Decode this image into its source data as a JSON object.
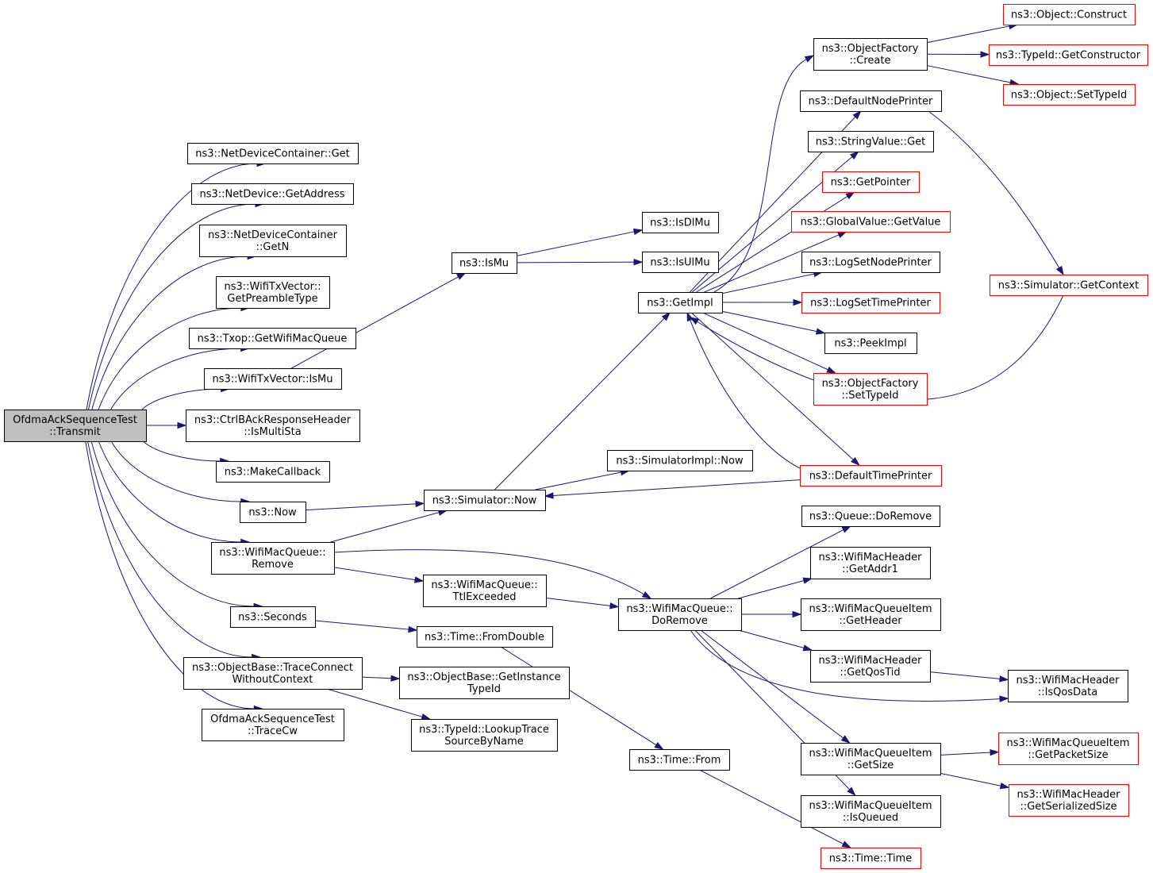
{
  "colors": {
    "edge": "#191970",
    "node_border_black": "#000000",
    "node_border_red": "#ff0000",
    "root_fill": "#bfbfbf",
    "node_fill": "#ffffff"
  },
  "nodes": [
    {
      "id": "root",
      "lines": [
        "OfdmaAckSequenceTest",
        "::Transmit"
      ],
      "style": "root"
    },
    {
      "id": "ndc_get",
      "lines": [
        "ns3::NetDeviceContainer::Get"
      ],
      "style": "black"
    },
    {
      "id": "nd_getaddr",
      "lines": [
        "ns3::NetDevice::GetAddress"
      ],
      "style": "black"
    },
    {
      "id": "ndc_getn",
      "lines": [
        "ns3::NetDeviceContainer",
        "::GetN"
      ],
      "style": "black"
    },
    {
      "id": "wtv_preamble",
      "lines": [
        "ns3::WifiTxVector::",
        "GetPreambleType"
      ],
      "style": "black"
    },
    {
      "id": "txop_queue",
      "lines": [
        "ns3::Txop::GetWifiMacQueue"
      ],
      "style": "black"
    },
    {
      "id": "wtv_ismu",
      "lines": [
        "ns3::WifiTxVector::IsMu"
      ],
      "style": "black"
    },
    {
      "id": "ctrl_multista",
      "lines": [
        "ns3::CtrlBAckResponseHeader",
        "::IsMultiSta"
      ],
      "style": "black"
    },
    {
      "id": "make_callback",
      "lines": [
        "ns3::MakeCallback"
      ],
      "style": "black"
    },
    {
      "id": "now",
      "lines": [
        "ns3::Now"
      ],
      "style": "black"
    },
    {
      "id": "wmq_remove",
      "lines": [
        "ns3::WifiMacQueue::",
        "Remove"
      ],
      "style": "black"
    },
    {
      "id": "seconds",
      "lines": [
        "ns3::Seconds"
      ],
      "style": "black"
    },
    {
      "id": "trace_connect",
      "lines": [
        "ns3::ObjectBase::TraceConnect",
        "WithoutContext"
      ],
      "style": "black"
    },
    {
      "id": "trace_cw",
      "lines": [
        "OfdmaAckSequenceTest",
        "::TraceCw"
      ],
      "style": "black"
    },
    {
      "id": "ismu",
      "lines": [
        "ns3::IsMu"
      ],
      "style": "black"
    },
    {
      "id": "sim_now",
      "lines": [
        "ns3::Simulator::Now"
      ],
      "style": "black"
    },
    {
      "id": "wmq_ttl",
      "lines": [
        "ns3::WifiMacQueue::",
        "TtlExceeded"
      ],
      "style": "black"
    },
    {
      "id": "time_fromdouble",
      "lines": [
        "ns3::Time::FromDouble"
      ],
      "style": "black"
    },
    {
      "id": "ob_getinst",
      "lines": [
        "ns3::ObjectBase::GetInstance",
        "TypeId"
      ],
      "style": "black"
    },
    {
      "id": "tid_lookup",
      "lines": [
        "ns3::TypeId::LookupTrace",
        "SourceByName"
      ],
      "style": "black"
    },
    {
      "id": "isdlmu",
      "lines": [
        "ns3::IsDlMu"
      ],
      "style": "black"
    },
    {
      "id": "isulmu",
      "lines": [
        "ns3::IsUlMu"
      ],
      "style": "black"
    },
    {
      "id": "simimpl_now",
      "lines": [
        "ns3::SimulatorImpl::Now"
      ],
      "style": "black"
    },
    {
      "id": "getimpl",
      "lines": [
        "ns3::GetImpl"
      ],
      "style": "black"
    },
    {
      "id": "wmq_doremove",
      "lines": [
        "ns3::WifiMacQueue::",
        "DoRemove"
      ],
      "style": "black"
    },
    {
      "id": "time_from",
      "lines": [
        "ns3::Time::From"
      ],
      "style": "black"
    },
    {
      "id": "of_create",
      "lines": [
        "ns3::ObjectFactory",
        "::Create"
      ],
      "style": "black"
    },
    {
      "id": "default_node_printer",
      "lines": [
        "ns3::DefaultNodePrinter"
      ],
      "style": "black"
    },
    {
      "id": "stringvalue_get",
      "lines": [
        "ns3::StringValue::Get"
      ],
      "style": "black"
    },
    {
      "id": "getpointer",
      "lines": [
        "ns3::GetPointer"
      ],
      "style": "red"
    },
    {
      "id": "gv_getvalue",
      "lines": [
        "ns3::GlobalValue::GetValue"
      ],
      "style": "red"
    },
    {
      "id": "logsetnodeprinter",
      "lines": [
        "ns3::LogSetNodePrinter"
      ],
      "style": "black"
    },
    {
      "id": "logsettimeprinter",
      "lines": [
        "ns3::LogSetTimePrinter"
      ],
      "style": "red"
    },
    {
      "id": "peekimpl",
      "lines": [
        "ns3::PeekImpl"
      ],
      "style": "black"
    },
    {
      "id": "of_settypeid",
      "lines": [
        "ns3::ObjectFactory",
        "::SetTypeId"
      ],
      "style": "red"
    },
    {
      "id": "default_time_printer",
      "lines": [
        "ns3::DefaultTimePrinter"
      ],
      "style": "red"
    },
    {
      "id": "queue_doremove",
      "lines": [
        "ns3::Queue::DoRemove"
      ],
      "style": "black"
    },
    {
      "id": "wmh_getaddr1",
      "lines": [
        "ns3::WifiMacHeader",
        "::GetAddr1"
      ],
      "style": "black"
    },
    {
      "id": "wmqi_getheader",
      "lines": [
        "ns3::WifiMacQueueItem",
        "::GetHeader"
      ],
      "style": "black"
    },
    {
      "id": "wmh_getqostid",
      "lines": [
        "ns3::WifiMacHeader",
        "::GetQosTid"
      ],
      "style": "black"
    },
    {
      "id": "wmqi_getsize",
      "lines": [
        "ns3::WifiMacQueueItem",
        "::GetSize"
      ],
      "style": "black"
    },
    {
      "id": "wmqi_isqueued",
      "lines": [
        "ns3::WifiMacQueueItem",
        "::IsQueued"
      ],
      "style": "black"
    },
    {
      "id": "time_time",
      "lines": [
        "ns3::Time::Time"
      ],
      "style": "red"
    },
    {
      "id": "obj_construct",
      "lines": [
        "ns3::Object::Construct"
      ],
      "style": "red"
    },
    {
      "id": "tid_getconstructor",
      "lines": [
        "ns3::TypeId::GetConstructor"
      ],
      "style": "red"
    },
    {
      "id": "obj_settypeid",
      "lines": [
        "ns3::Object::SetTypeId"
      ],
      "style": "red"
    },
    {
      "id": "sim_getcontext",
      "lines": [
        "ns3::Simulator::GetContext"
      ],
      "style": "red"
    },
    {
      "id": "wmh_isqosdata",
      "lines": [
        "ns3::WifiMacHeader",
        "::IsQosData"
      ],
      "style": "black"
    },
    {
      "id": "wmqi_getpacketsize",
      "lines": [
        "ns3::WifiMacQueueItem",
        "::GetPacketSize"
      ],
      "style": "red"
    },
    {
      "id": "wmh_getserializedsize",
      "lines": [
        "ns3::WifiMacHeader",
        "::GetSerializedSize"
      ],
      "style": "red"
    }
  ],
  "edges": [
    [
      "root",
      "ndc_get"
    ],
    [
      "root",
      "nd_getaddr"
    ],
    [
      "root",
      "ndc_getn"
    ],
    [
      "root",
      "wtv_preamble"
    ],
    [
      "root",
      "txop_queue"
    ],
    [
      "root",
      "wtv_ismu"
    ],
    [
      "root",
      "ctrl_multista"
    ],
    [
      "root",
      "make_callback"
    ],
    [
      "root",
      "now"
    ],
    [
      "root",
      "wmq_remove"
    ],
    [
      "root",
      "seconds"
    ],
    [
      "root",
      "trace_connect"
    ],
    [
      "root",
      "trace_cw"
    ],
    [
      "wtv_ismu",
      "ismu"
    ],
    [
      "ismu",
      "isdlmu"
    ],
    [
      "ismu",
      "isulmu"
    ],
    [
      "now",
      "sim_now"
    ],
    [
      "sim_now",
      "getimpl"
    ],
    [
      "sim_now",
      "simimpl_now"
    ],
    [
      "wmq_remove",
      "sim_now"
    ],
    [
      "wmq_remove",
      "wmq_doremove"
    ],
    [
      "wmq_remove",
      "wmq_ttl"
    ],
    [
      "wmq_ttl",
      "wmq_doremove"
    ],
    [
      "seconds",
      "time_fromdouble"
    ],
    [
      "time_fromdouble",
      "time_from"
    ],
    [
      "time_from",
      "time_time"
    ],
    [
      "trace_connect",
      "ob_getinst"
    ],
    [
      "trace_connect",
      "tid_lookup"
    ],
    [
      "getimpl",
      "of_create"
    ],
    [
      "getimpl",
      "default_node_printer"
    ],
    [
      "getimpl",
      "stringvalue_get"
    ],
    [
      "getimpl",
      "getpointer"
    ],
    [
      "getimpl",
      "gv_getvalue"
    ],
    [
      "getimpl",
      "logsetnodeprinter"
    ],
    [
      "getimpl",
      "logsettimeprinter"
    ],
    [
      "getimpl",
      "peekimpl"
    ],
    [
      "getimpl",
      "of_settypeid"
    ],
    [
      "getimpl",
      "default_time_printer"
    ],
    [
      "of_create",
      "obj_construct"
    ],
    [
      "of_create",
      "tid_getconstructor"
    ],
    [
      "of_create",
      "obj_settypeid"
    ],
    [
      "default_node_printer",
      "sim_getcontext"
    ],
    [
      "sim_getcontext",
      "getimpl"
    ],
    [
      "default_time_printer",
      "getimpl"
    ],
    [
      "default_time_printer",
      "sim_now"
    ],
    [
      "wmq_doremove",
      "queue_doremove"
    ],
    [
      "wmq_doremove",
      "wmh_getaddr1"
    ],
    [
      "wmq_doremove",
      "wmqi_getheader"
    ],
    [
      "wmq_doremove",
      "wmh_getqostid"
    ],
    [
      "wmq_doremove",
      "wmh_isqosdata"
    ],
    [
      "wmq_doremove",
      "wmqi_getsize"
    ],
    [
      "wmq_doremove",
      "wmqi_isqueued"
    ],
    [
      "wmh_getqostid",
      "wmh_isqosdata"
    ],
    [
      "wmqi_getsize",
      "wmqi_getpacketsize"
    ],
    [
      "wmqi_getsize",
      "wmh_getserializedsize"
    ]
  ]
}
